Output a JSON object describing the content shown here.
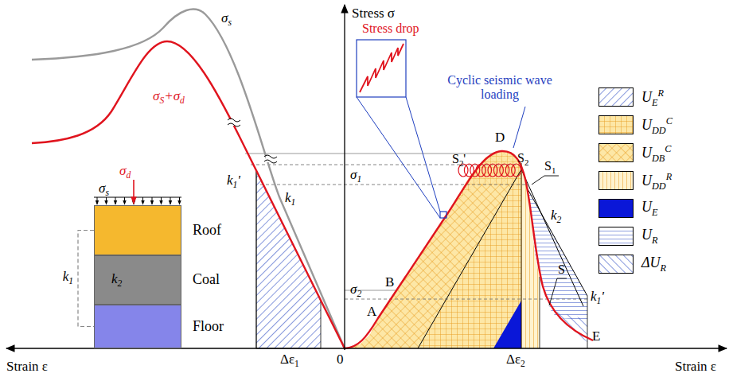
{
  "diagram": {
    "nodes": [
      {
        "text": [
          "Roof"
        ]
      },
      {
        "text": [
          "Coal"
        ]
      },
      {
        "text": [
          "Floor"
        ]
      }
    ],
    "edges": [
      {
        "from": 0,
        "to": 2,
        "arrow": "none",
        "label": "k1"
      }
    ],
    "labels": [
      "Stress σ",
      "Strain ε",
      "Strain ε",
      "Stress drop",
      "Cyclic seismic wave loading",
      "σs",
      "σS+σd",
      "k1'",
      "k1",
      "σs",
      "σd",
      "k2",
      "σ1",
      "σ2",
      "A",
      "B",
      "D",
      "S2'",
      "S2",
      "S1",
      "k2",
      "S",
      "k1'",
      "E",
      "Δε1",
      "0",
      "Δε2"
    ],
    "legend": [
      {
        "text": "UER"
      },
      {
        "text": "UDDC"
      },
      {
        "text": "UDBC"
      },
      {
        "text": "UDDR"
      },
      {
        "text": "UE",
        "color": "#0a17d8"
      },
      {
        "text": "UR"
      },
      {
        "text": "ΔUR"
      }
    ]
  }
}
